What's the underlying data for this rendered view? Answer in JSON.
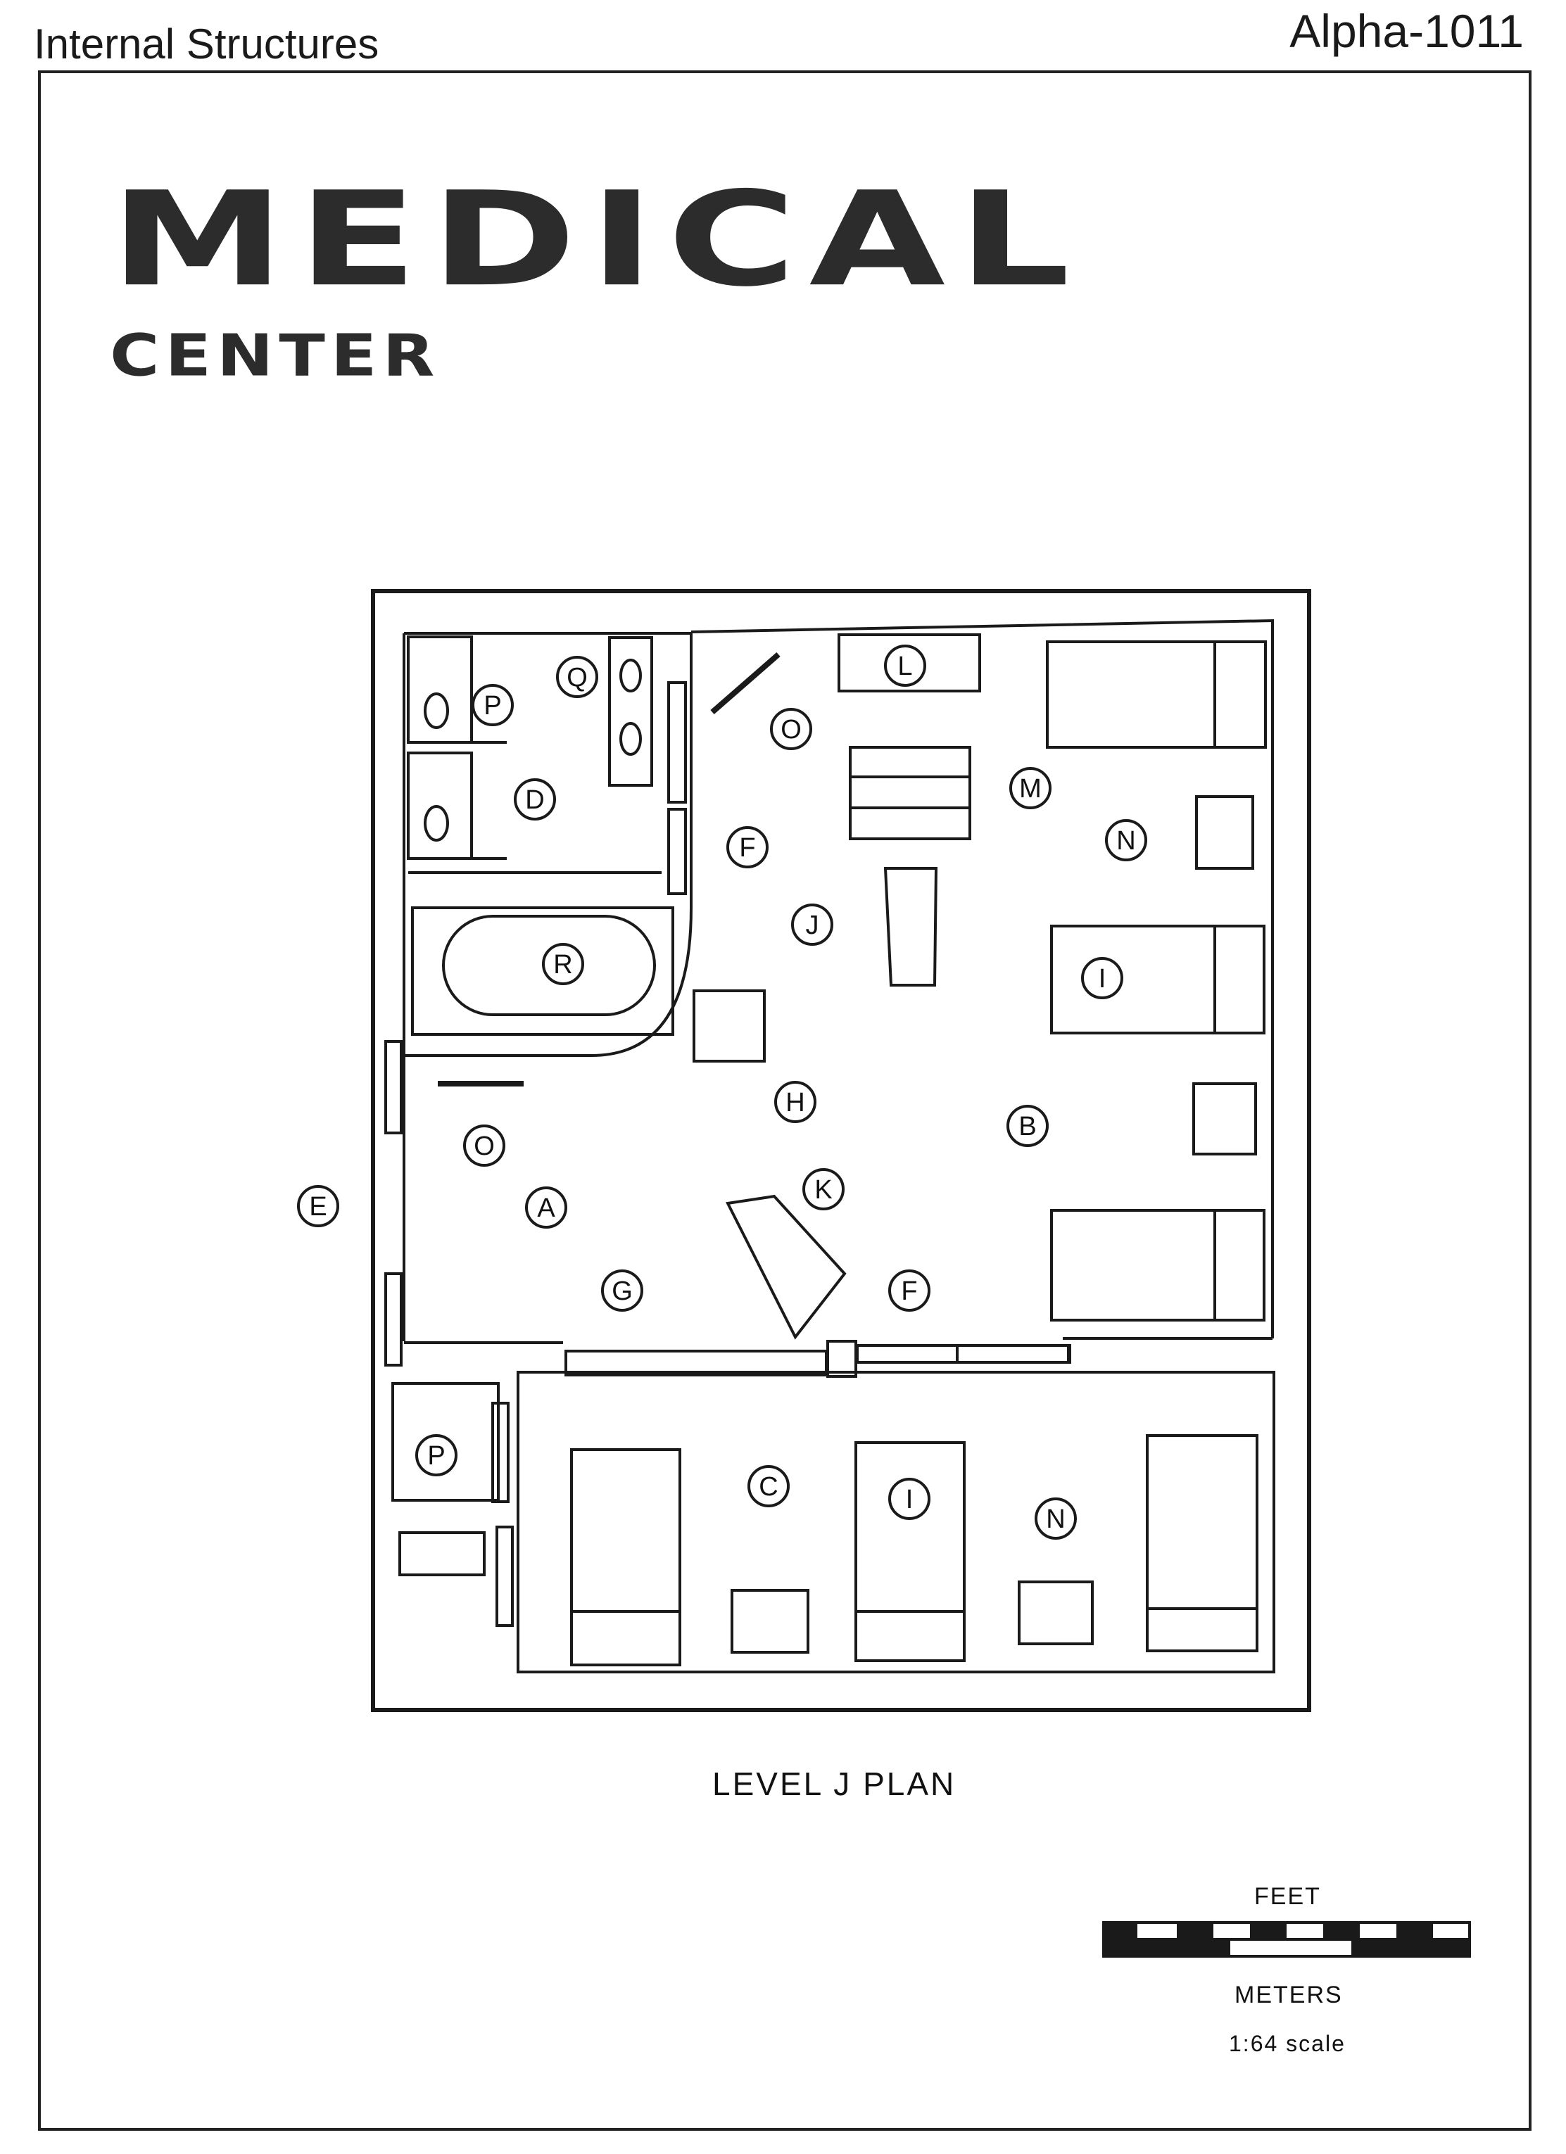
{
  "header": {
    "section": "Internal Structures",
    "code": "Alpha-1011"
  },
  "logo": {
    "main": "MEDICAL",
    "sub": "CENTER"
  },
  "plan": {
    "title": "LEVEL J PLAN",
    "callouts": [
      "A",
      "B",
      "C",
      "D",
      "E",
      "F",
      "F",
      "G",
      "H",
      "I",
      "I",
      "J",
      "K",
      "L",
      "M",
      "N",
      "N",
      "O",
      "O",
      "P",
      "P",
      "Q",
      "R"
    ]
  },
  "scale": {
    "top_unit": "FEET",
    "bottom_unit": "METERS",
    "ratio": "1:64 scale"
  }
}
